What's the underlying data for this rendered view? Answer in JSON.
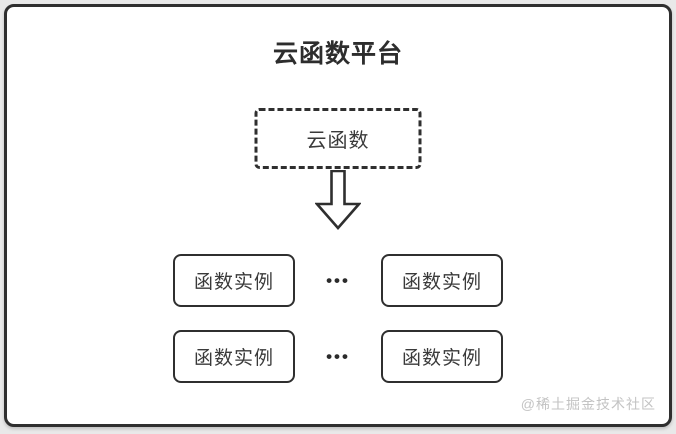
{
  "diagram": {
    "title": "云函数平台",
    "cloud_function": {
      "label": "云函数"
    },
    "arrow": {
      "direction": "down",
      "style": "hollow-outline"
    },
    "rows": [
      {
        "left_label": "函数实例",
        "ellipsis": "•••",
        "right_label": "函数实例"
      },
      {
        "left_label": "函数实例",
        "ellipsis": "•••",
        "right_label": "函数实例"
      }
    ],
    "watermark": "@稀土掘金技术社区",
    "colors": {
      "border": "#2f2f2f",
      "panel_background": "#ffffff",
      "outer_background": "#e9e9e9",
      "text": "#3a3a3a",
      "watermark_text": "#c3c3c3"
    }
  }
}
